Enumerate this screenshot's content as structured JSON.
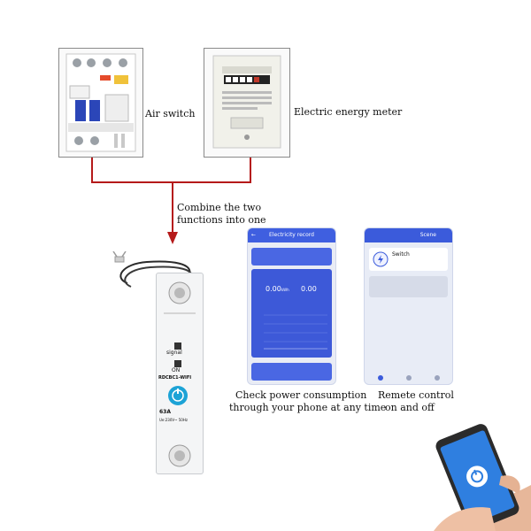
{
  "labels": {
    "air_switch": "Air switch",
    "energy_meter": "Electric energy meter",
    "combine_line1": "Combine the two",
    "combine_line2": "functions into one",
    "check_line1": "Check power consumption",
    "check_line2": "through your phone at any time",
    "remote_line1": "Remete control",
    "remote_line2": "on and off"
  },
  "breaker": {
    "model": "RDCBC1-WIFI",
    "signal_label": "signal",
    "on_label": "ON",
    "rating": "63A",
    "spec": "Ue:230V~ 50Hz"
  },
  "phone1": {
    "title": "Electricity record",
    "value_main": "0.00",
    "value_unit": "kWh",
    "value_side": "0.00"
  },
  "phone2": {
    "header": "Scene",
    "device": "Switch"
  },
  "colors": {
    "wire": "#b51a1a",
    "app_blue": "#3f5fe0",
    "breaker_button": "#1ca3d6"
  }
}
